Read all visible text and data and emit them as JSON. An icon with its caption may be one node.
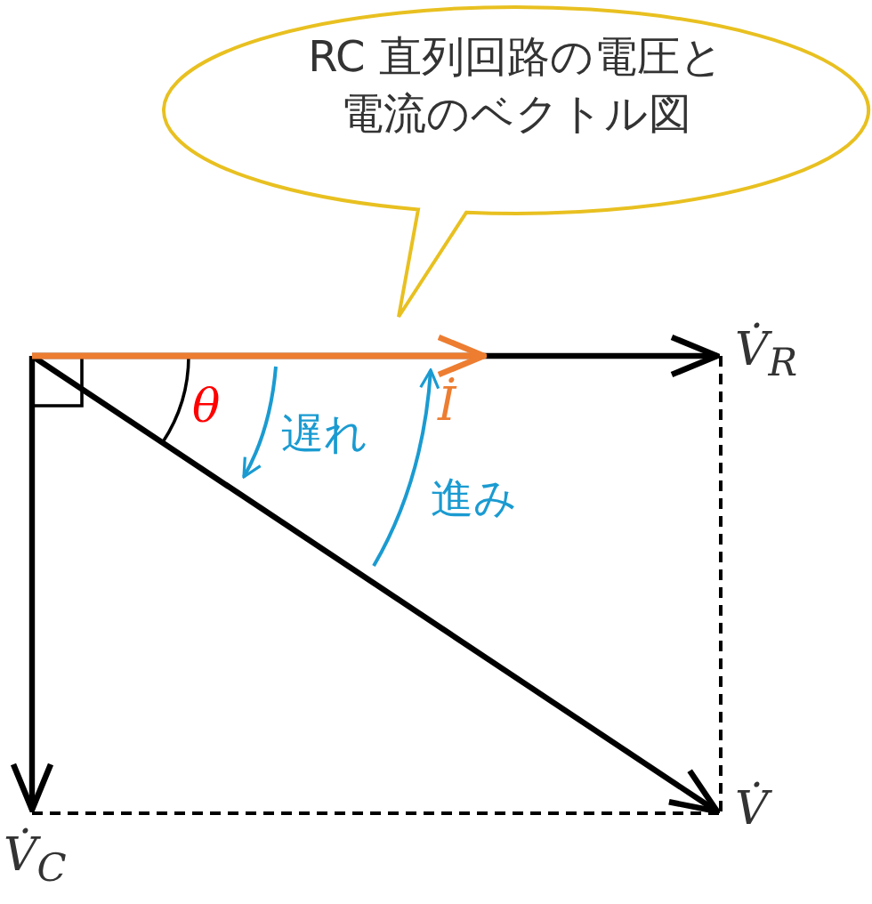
{
  "diagram": {
    "nodes": [
      {
        "text": [
          "RC 直列回路の電圧と電流のベクトル図"
        ]
      }
    ],
    "labels": [
      "V̇$_{R}$",
      "θ",
      "遅れ",
      "İ",
      "進み",
      "V̇",
      "V̇$_{C}$"
    ]
  }
}
